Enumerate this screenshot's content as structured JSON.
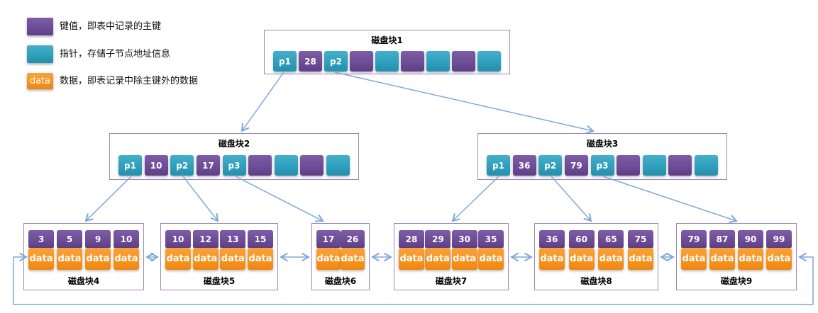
{
  "legend": {
    "items": [
      {
        "type": "key",
        "swatch_text": "",
        "label": "键值，即表中记录的主键"
      },
      {
        "type": "pointer",
        "swatch_text": "",
        "label": "指针，存储子节点地址信息"
      },
      {
        "type": "data",
        "swatch_text": "data",
        "label": "数据，即表记录中除主键外的数据"
      }
    ]
  },
  "tree": {
    "data_cell_label": "data",
    "internal": [
      {
        "title": "磁盘块1",
        "cells": [
          "p1",
          "28",
          "p2",
          "",
          "",
          "",
          "",
          "",
          ""
        ]
      },
      {
        "title": "磁盘块2",
        "cells": [
          "p1",
          "10",
          "p2",
          "17",
          "p3",
          "",
          "",
          "",
          ""
        ]
      },
      {
        "title": "磁盘块3",
        "cells": [
          "p1",
          "36",
          "p2",
          "79",
          "p3",
          "",
          "",
          "",
          ""
        ]
      }
    ],
    "leaves": [
      {
        "title": "磁盘块4",
        "keys": [
          "3",
          "5",
          "9",
          "10"
        ]
      },
      {
        "title": "磁盘块5",
        "keys": [
          "10",
          "12",
          "13",
          "15"
        ]
      },
      {
        "title": "磁盘块6",
        "keys": [
          "17",
          "26"
        ]
      },
      {
        "title": "磁盘块7",
        "keys": [
          "28",
          "29",
          "30",
          "35"
        ]
      },
      {
        "title": "磁盘块8",
        "keys": [
          "36",
          "60",
          "65",
          "75"
        ]
      },
      {
        "title": "磁盘块9",
        "keys": [
          "79",
          "87",
          "90",
          "99"
        ]
      }
    ]
  },
  "colors": {
    "key_cell": "#6e4d96",
    "pointer_cell": "#2fa0bc",
    "data_cell": "#f7941e",
    "node_border": "#9d85c2",
    "arrow": "#7fa8dc"
  }
}
